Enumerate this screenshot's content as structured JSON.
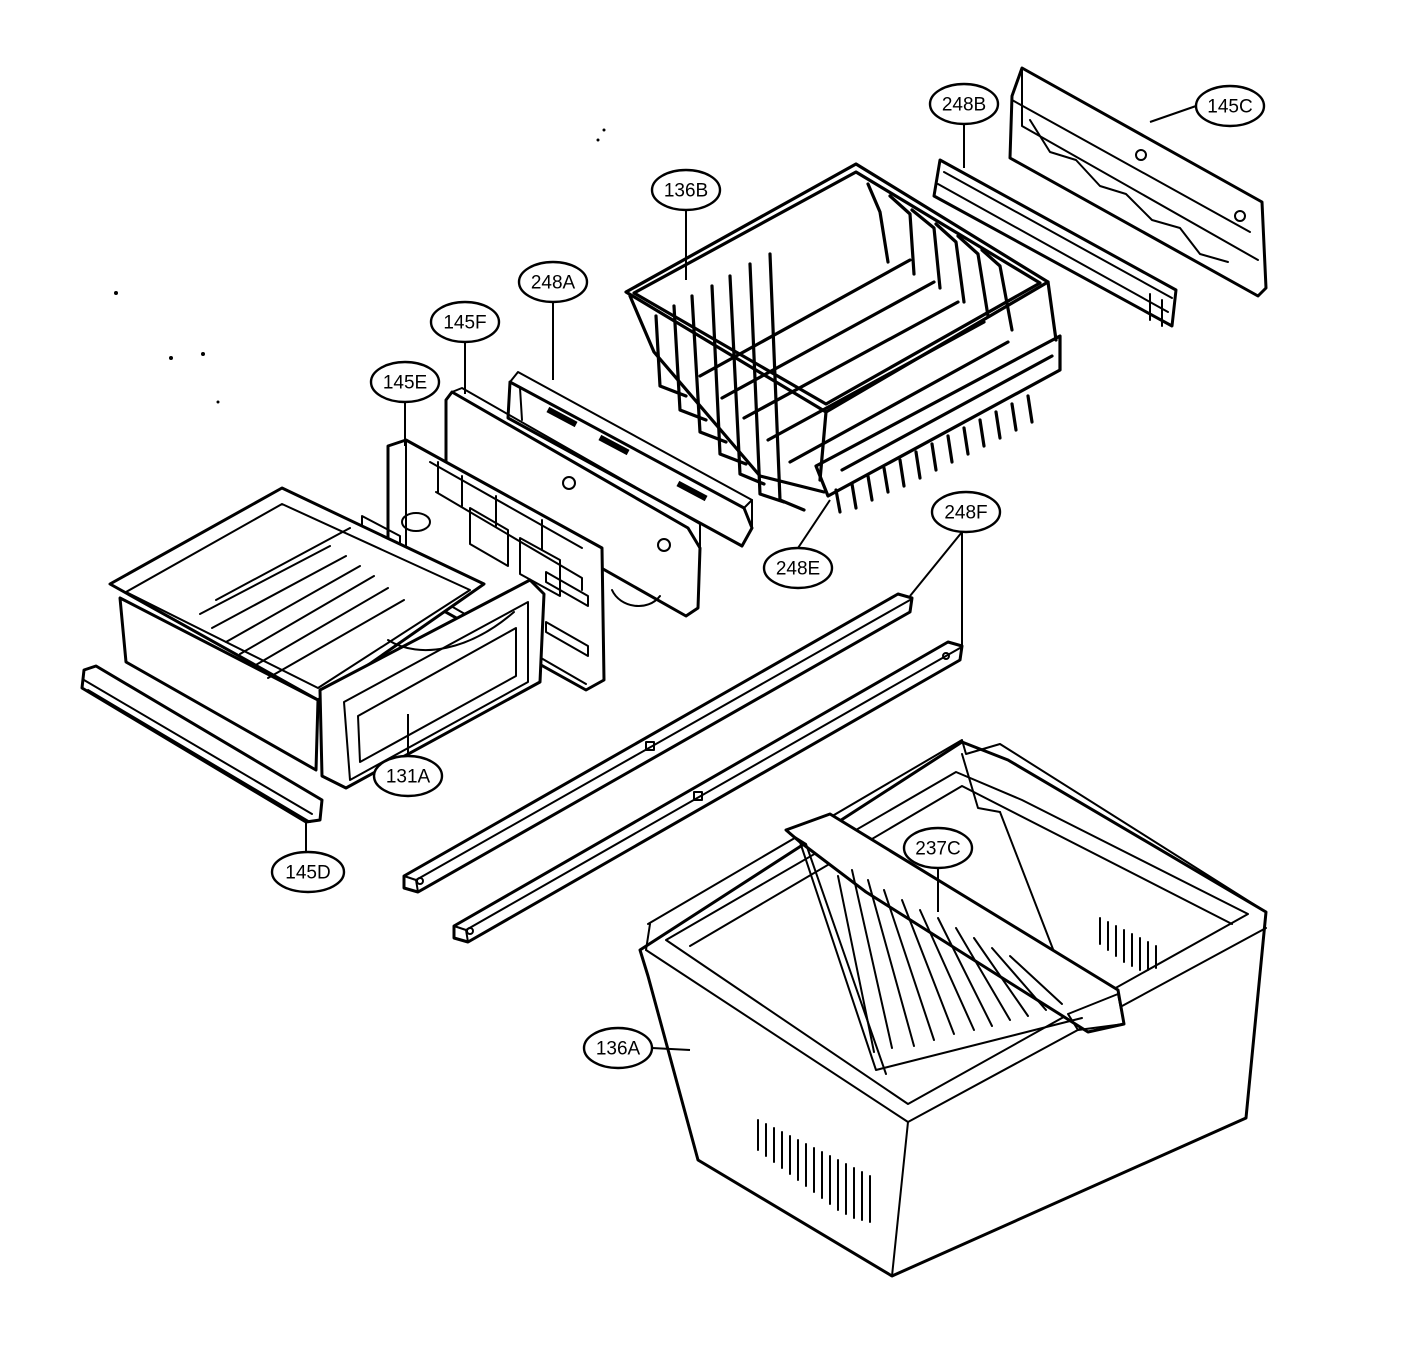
{
  "diagram": {
    "callouts": [
      {
        "id": "145C",
        "label": "145C"
      },
      {
        "id": "248B",
        "label": "248B"
      },
      {
        "id": "136B",
        "label": "136B"
      },
      {
        "id": "248A",
        "label": "248A"
      },
      {
        "id": "145F",
        "label": "145F"
      },
      {
        "id": "145E",
        "label": "145E"
      },
      {
        "id": "248F",
        "label": "248F"
      },
      {
        "id": "248E",
        "label": "248E"
      },
      {
        "id": "131A",
        "label": "131A"
      },
      {
        "id": "145D",
        "label": "145D"
      },
      {
        "id": "237C",
        "label": "237C"
      },
      {
        "id": "136A",
        "label": "136A"
      }
    ]
  }
}
